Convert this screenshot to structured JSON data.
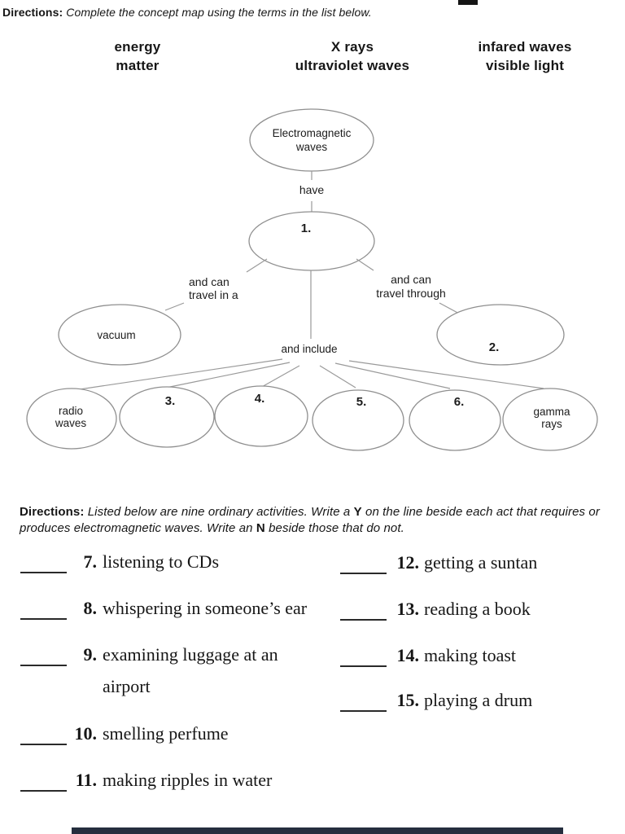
{
  "colors": {
    "ink": "#161616",
    "map_stroke": "#8f8f8f",
    "page_edge": "#252e3e"
  },
  "dir1": {
    "label": "Directions:",
    "text": "Complete the concept map using the terms in the list below."
  },
  "terms": {
    "col1": {
      "line1": "energy",
      "line2": "matter"
    },
    "col2": {
      "line1": "X rays",
      "line2": "ultraviolet waves"
    },
    "col3": {
      "line1": "infared waves",
      "line2": "visible light"
    }
  },
  "map": {
    "root_line1": "Electromagnetic",
    "root_line2": "waves",
    "edge_have": "have",
    "node1_num": "1.",
    "edge_left_line1": "and can",
    "edge_left_line2": "travel in a",
    "edge_right_line1": "and can",
    "edge_right_line2": "travel through",
    "node_vacuum": "vacuum",
    "node2_num": "2.",
    "edge_include": "and include",
    "node_radio_line1": "radio",
    "node_radio_line2": "waves",
    "node3_num": "3.",
    "node4_num": "4.",
    "node5_num": "5.",
    "node6_num": "6.",
    "node_gamma_line1": "gamma",
    "node_gamma_line2": "rays"
  },
  "dir2": {
    "label": "Directions:",
    "p1": " Listed below are nine ordinary activities. Write a ",
    "b1": "Y",
    "p2": " on the line beside each act that requires or produces electromagnetic waves. Write an ",
    "b2": "N",
    "p3": " beside those that do not."
  },
  "items": {
    "left": [
      {
        "num": "7.",
        "text": "listening to CDs"
      },
      {
        "num": "8.",
        "text": "whispering in someone’s ear"
      },
      {
        "num": "9.",
        "text": "examining luggage at an",
        "text2": "airport"
      },
      {
        "num": "10.",
        "text": "smelling perfume"
      },
      {
        "num": "11.",
        "text": "making ripples in water"
      }
    ],
    "right": [
      {
        "num": "12.",
        "text": "getting a suntan"
      },
      {
        "num": "13.",
        "text": "reading a book"
      },
      {
        "num": "14.",
        "text": "making toast"
      },
      {
        "num": "15.",
        "text": "playing a drum"
      }
    ]
  }
}
